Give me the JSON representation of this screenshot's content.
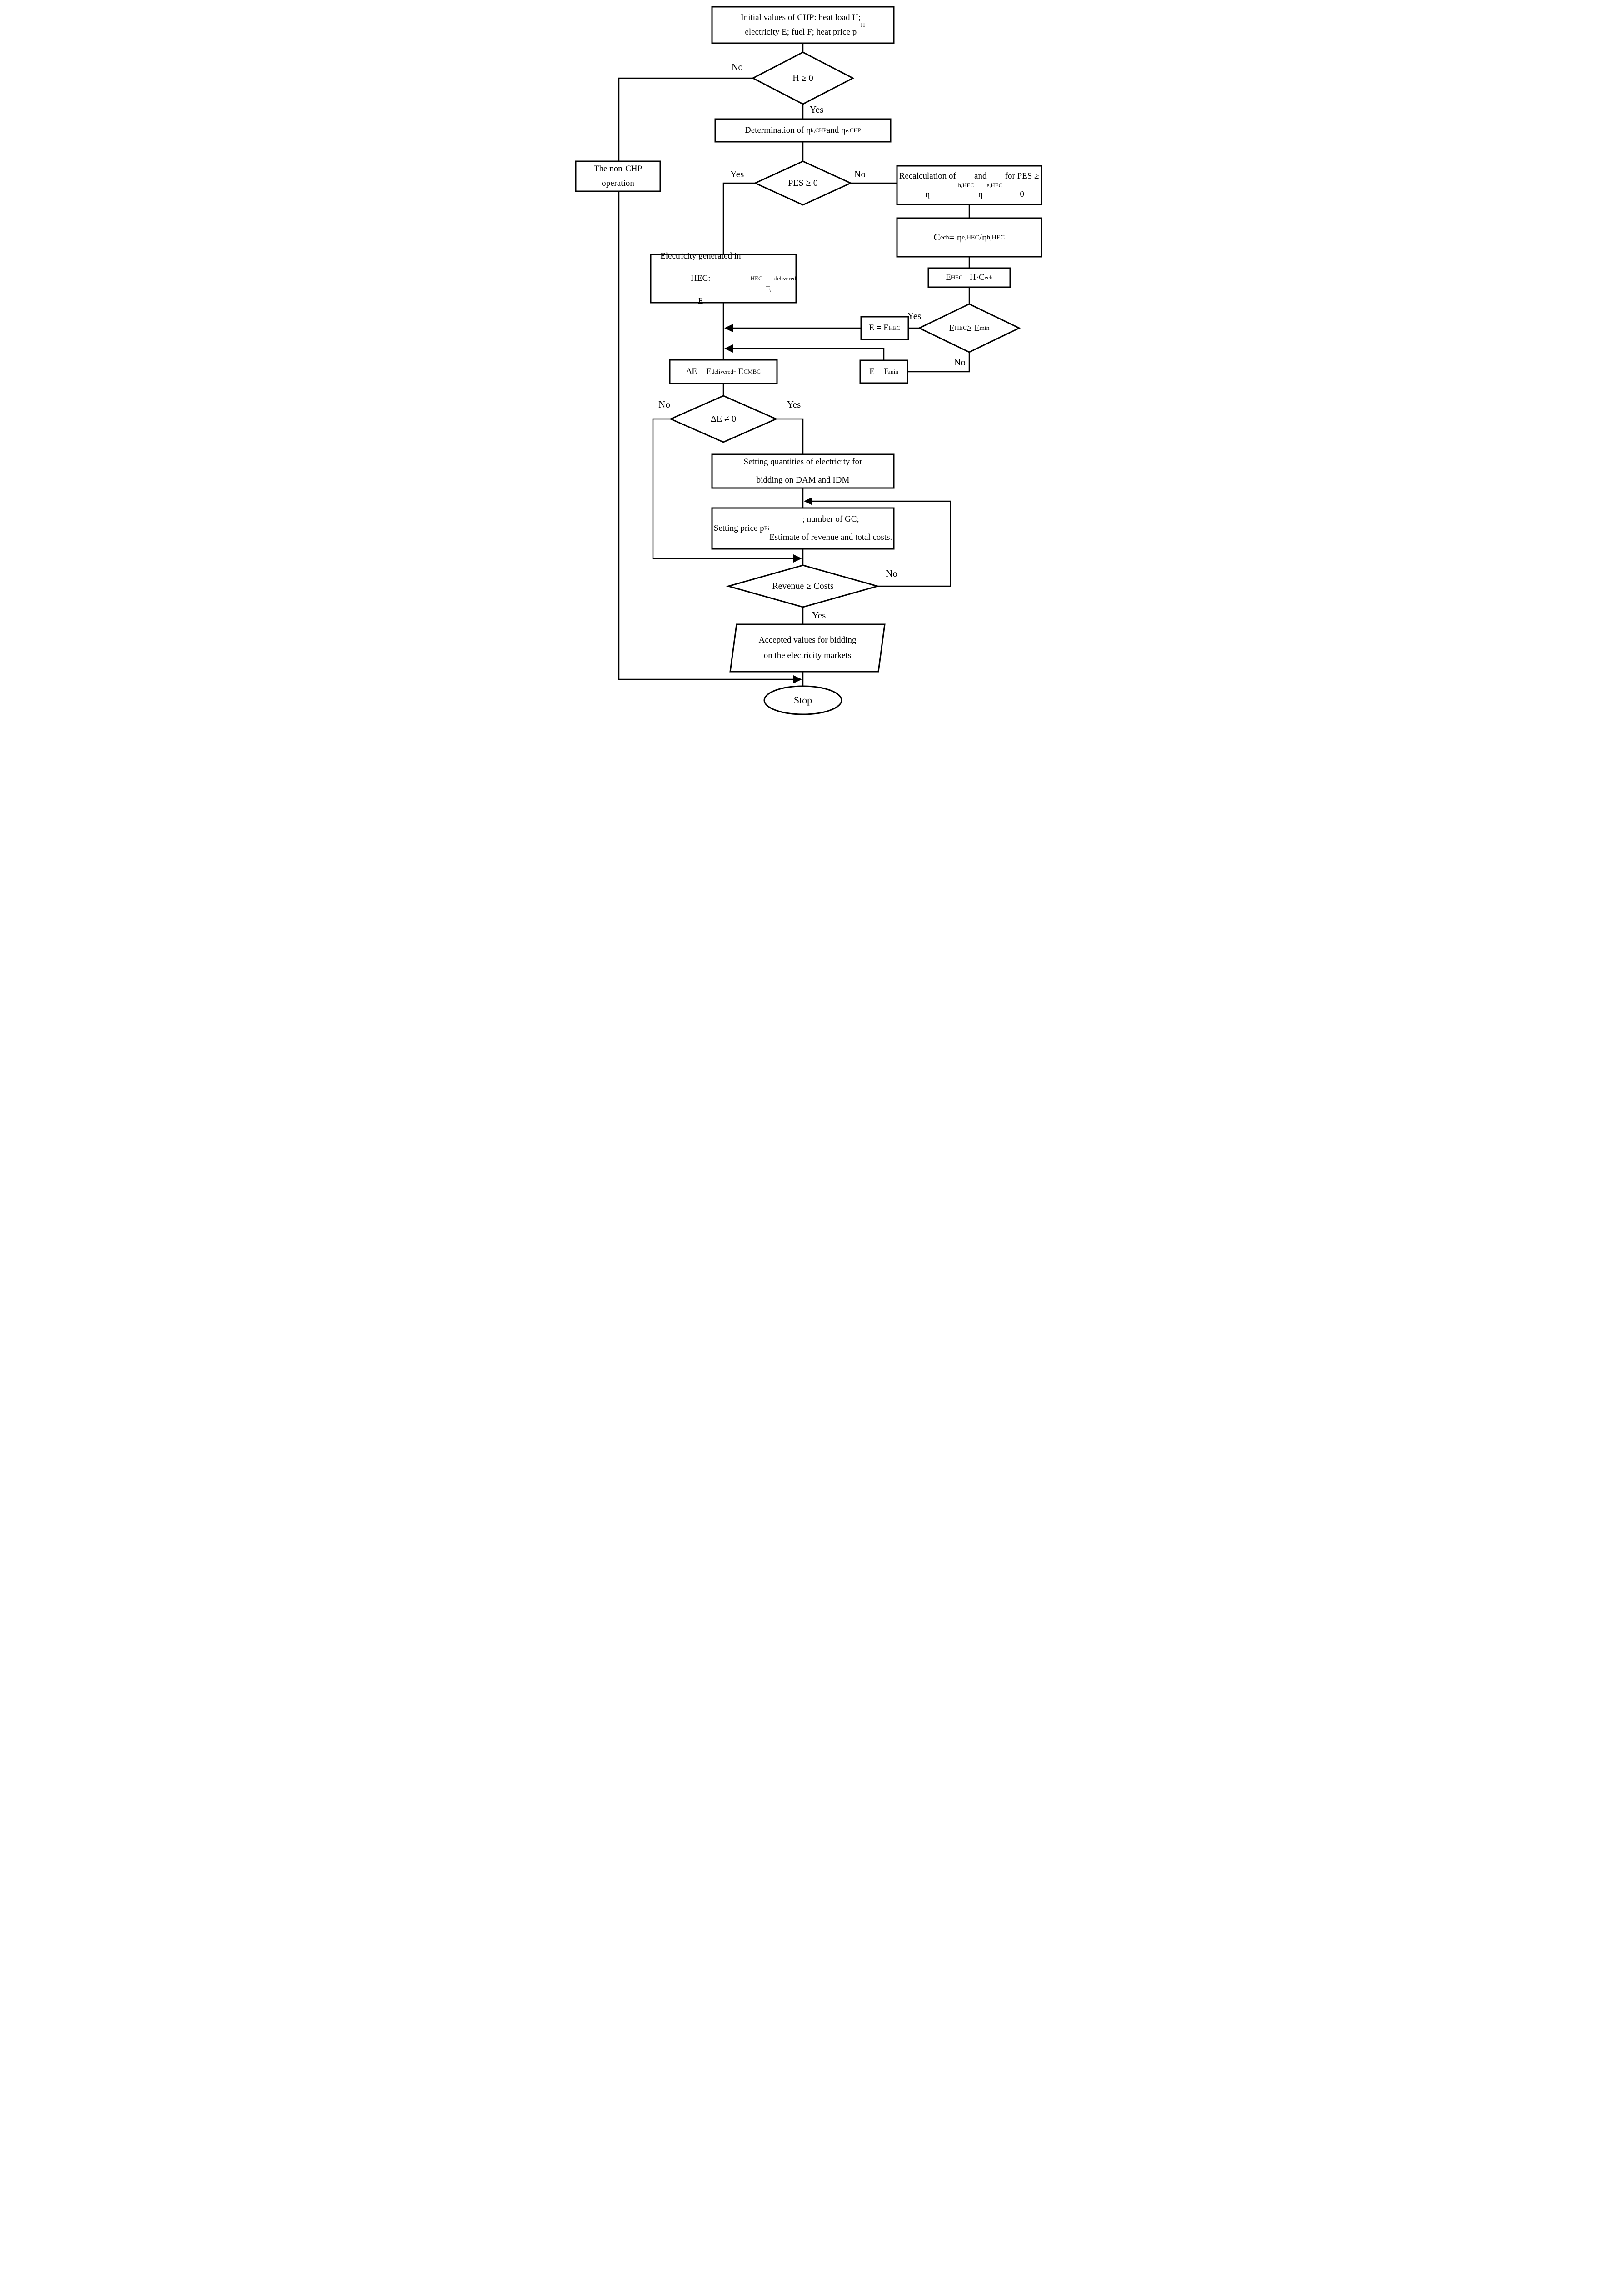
{
  "flowchart": {
    "background": "#ffffff",
    "stroke_color": "#000000",
    "text_color": "#000000",
    "nodes": {
      "initial": {
        "type": "process",
        "label": "Initial values of CHP: heat load H;\nelectricity E; fuel F; heat price p_{H}"
      },
      "h_check": {
        "type": "decision",
        "label": "H ≥ 0"
      },
      "determination": {
        "type": "process",
        "label": "Determination of η_{h,CHP} and η_{e,CHP}"
      },
      "pes_check": {
        "type": "decision",
        "label": "PES ≥ 0"
      },
      "non_chp": {
        "type": "process",
        "label": "The non-CHP\noperation"
      },
      "recalculation": {
        "type": "process",
        "label": "Recalculation of η_{h,HEC} and\nη_{e,HEC} for PES ≥ 0"
      },
      "cech": {
        "type": "process",
        "label": "C_{ech} = η_{e,HEC}/η_{h,HEC}"
      },
      "ehec_calc": {
        "type": "process",
        "label": "E_{HEC} = H·C_{ech}"
      },
      "electricity": {
        "type": "process",
        "label": "Electricity generated in HEC:\nE_{HEC} = E_{delivered}"
      },
      "e_ehec": {
        "type": "process",
        "label": "E = E_{HEC}"
      },
      "emin_check": {
        "type": "decision",
        "label": "E_{HEC} ≥ E_{min}"
      },
      "e_emin": {
        "type": "process",
        "label": "E = E_{min}"
      },
      "delta": {
        "type": "process",
        "label": "ΔE = E_{delivered} - E_{CMBC}"
      },
      "delta_check": {
        "type": "decision",
        "label": "ΔE ≠ 0"
      },
      "quantities": {
        "type": "process",
        "label": "Setting quantities of electricity for\nbidding on DAM and IDM"
      },
      "price": {
        "type": "process",
        "label": "Setting price p_{Ei}; number of GC;\nEstimate of revenue and total costs."
      },
      "revenue_check": {
        "type": "decision",
        "label": "Revenue ≥ Costs"
      },
      "accepted": {
        "type": "input-output",
        "label": "Accepted values for bidding\non the electricity markets"
      },
      "stop": {
        "type": "terminator",
        "label": "Stop"
      }
    },
    "branch_labels": {
      "h_no": "No",
      "h_yes": "Yes",
      "pes_yes": "Yes",
      "pes_no": "No",
      "emin_yes": "Yes",
      "emin_no": "No",
      "delta_no": "No",
      "delta_yes": "Yes",
      "revenue_no": "No",
      "revenue_yes": "Yes"
    }
  }
}
